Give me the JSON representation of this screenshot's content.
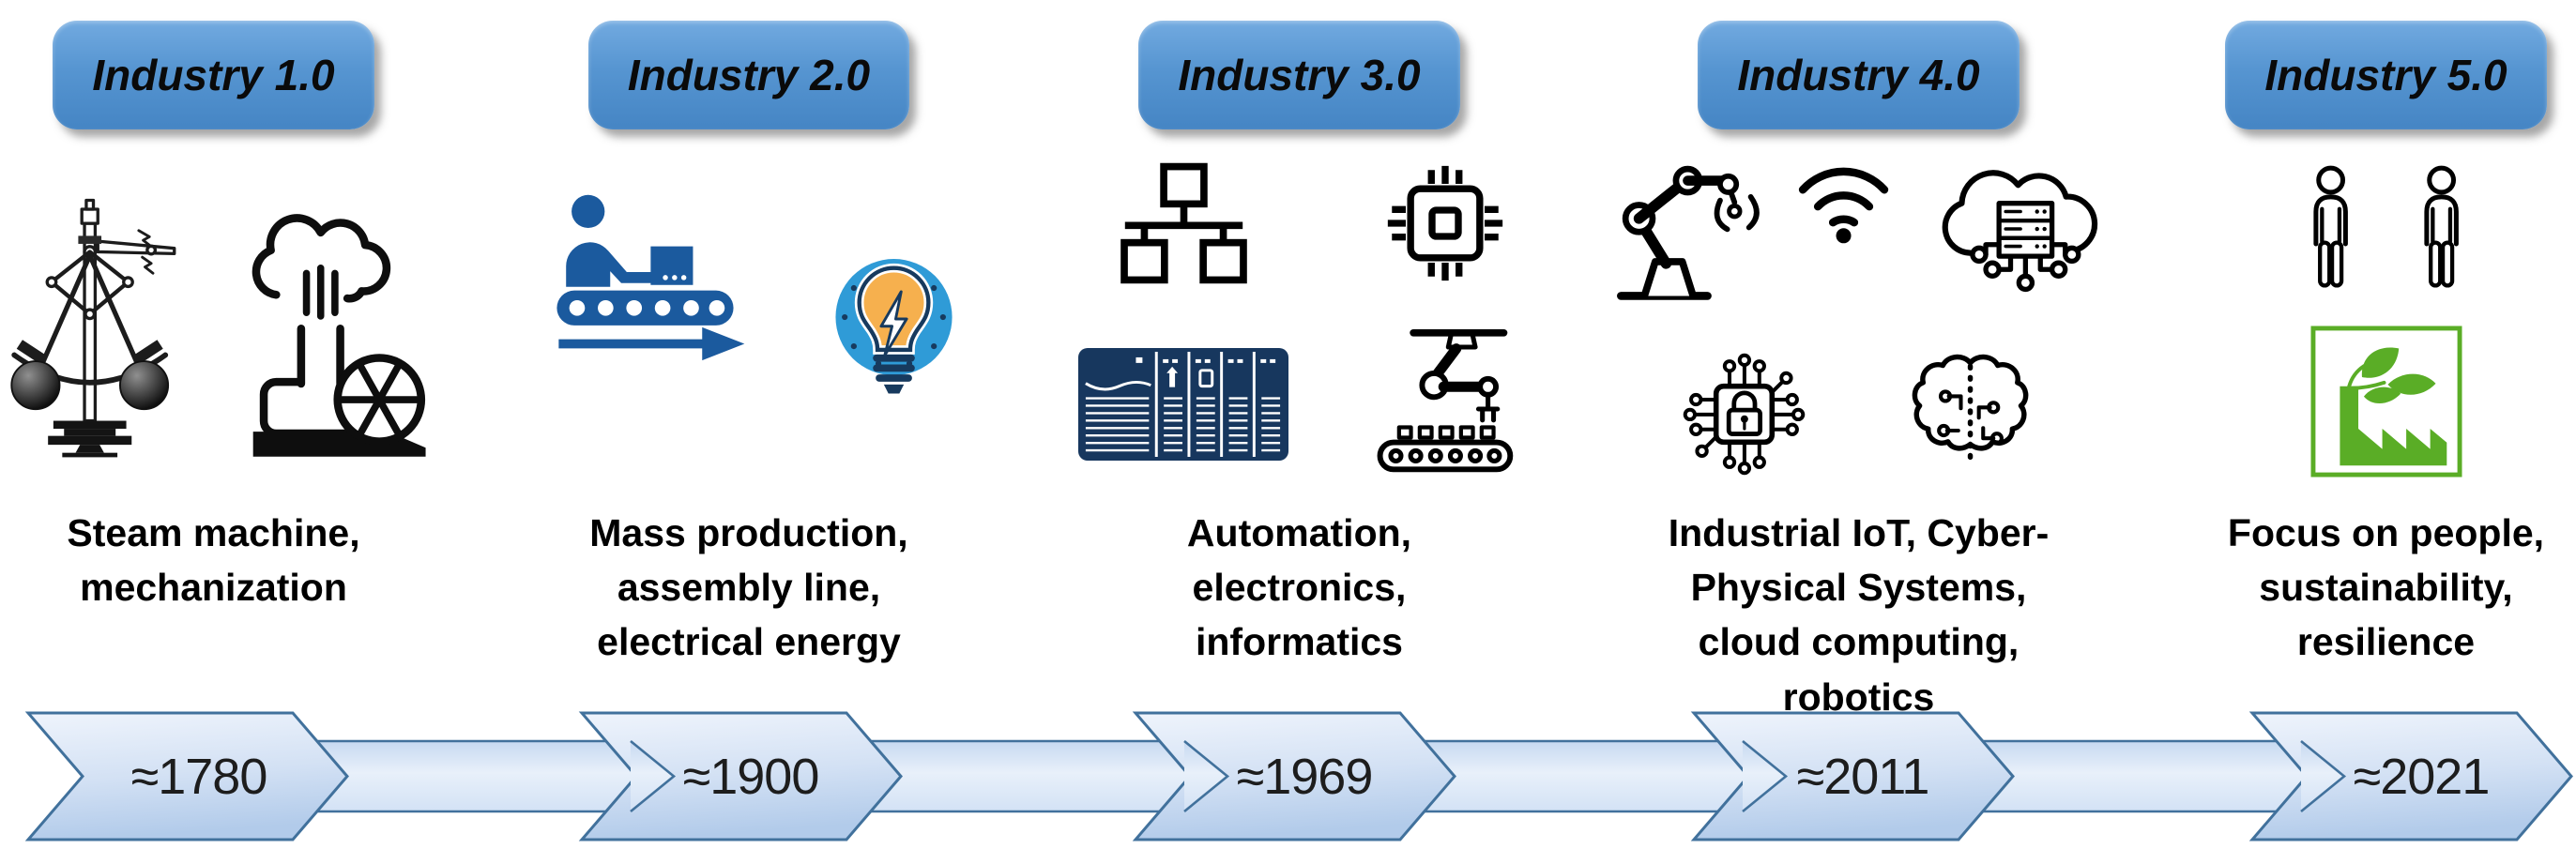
{
  "stages": [
    {
      "title": "Industry 1.0",
      "icons": [
        "centrifugal-governor-icon",
        "steam-engine-icon"
      ],
      "description": "Steam machine,\nmechanization",
      "year": "≈1780"
    },
    {
      "title": "Industry 2.0",
      "icons": [
        "assembly-line-worker-icon",
        "electric-lightbulb-icon"
      ],
      "description": "Mass production,\nassembly line,\nelectrical energy",
      "year": "≈1900"
    },
    {
      "title": "Industry 3.0",
      "icons": [
        "network-hierarchy-icon",
        "cpu-chip-icon",
        "plc-controller-icon",
        "robot-conveyor-icon"
      ],
      "description": "Automation,\nelectronics,\ninformatics",
      "year": "≈1969"
    },
    {
      "title": "Industry 4.0",
      "icons": [
        "robot-arm-icon",
        "wifi-icon",
        "cloud-server-icon",
        "circuit-lock-icon",
        "ai-brain-icon"
      ],
      "description": "Industrial IoT, Cyber-\nPhysical Systems,\ncloud computing,\nrobotics",
      "year": "≈2011"
    },
    {
      "title": "Industry 5.0",
      "icons": [
        "person-icon",
        "person-icon",
        "green-factory-icon"
      ],
      "description": "Focus on people,\nsustainability,\nresilience",
      "year": "≈2021"
    }
  ],
  "colors": {
    "stage_pill_blue": "#5695d1",
    "timeline_border": "#41719c",
    "timeline_fill_light": "#ecf3fb",
    "timeline_fill_dark": "#b4cdeb",
    "accent_navy": "#1b5a9e",
    "plc_navy": "#17375e",
    "bulb_orange": "#f6b04e",
    "bulb_circle_blue": "#2f9bd7",
    "eco_green": "#5aad26",
    "year_text": "#1d1d1d"
  }
}
